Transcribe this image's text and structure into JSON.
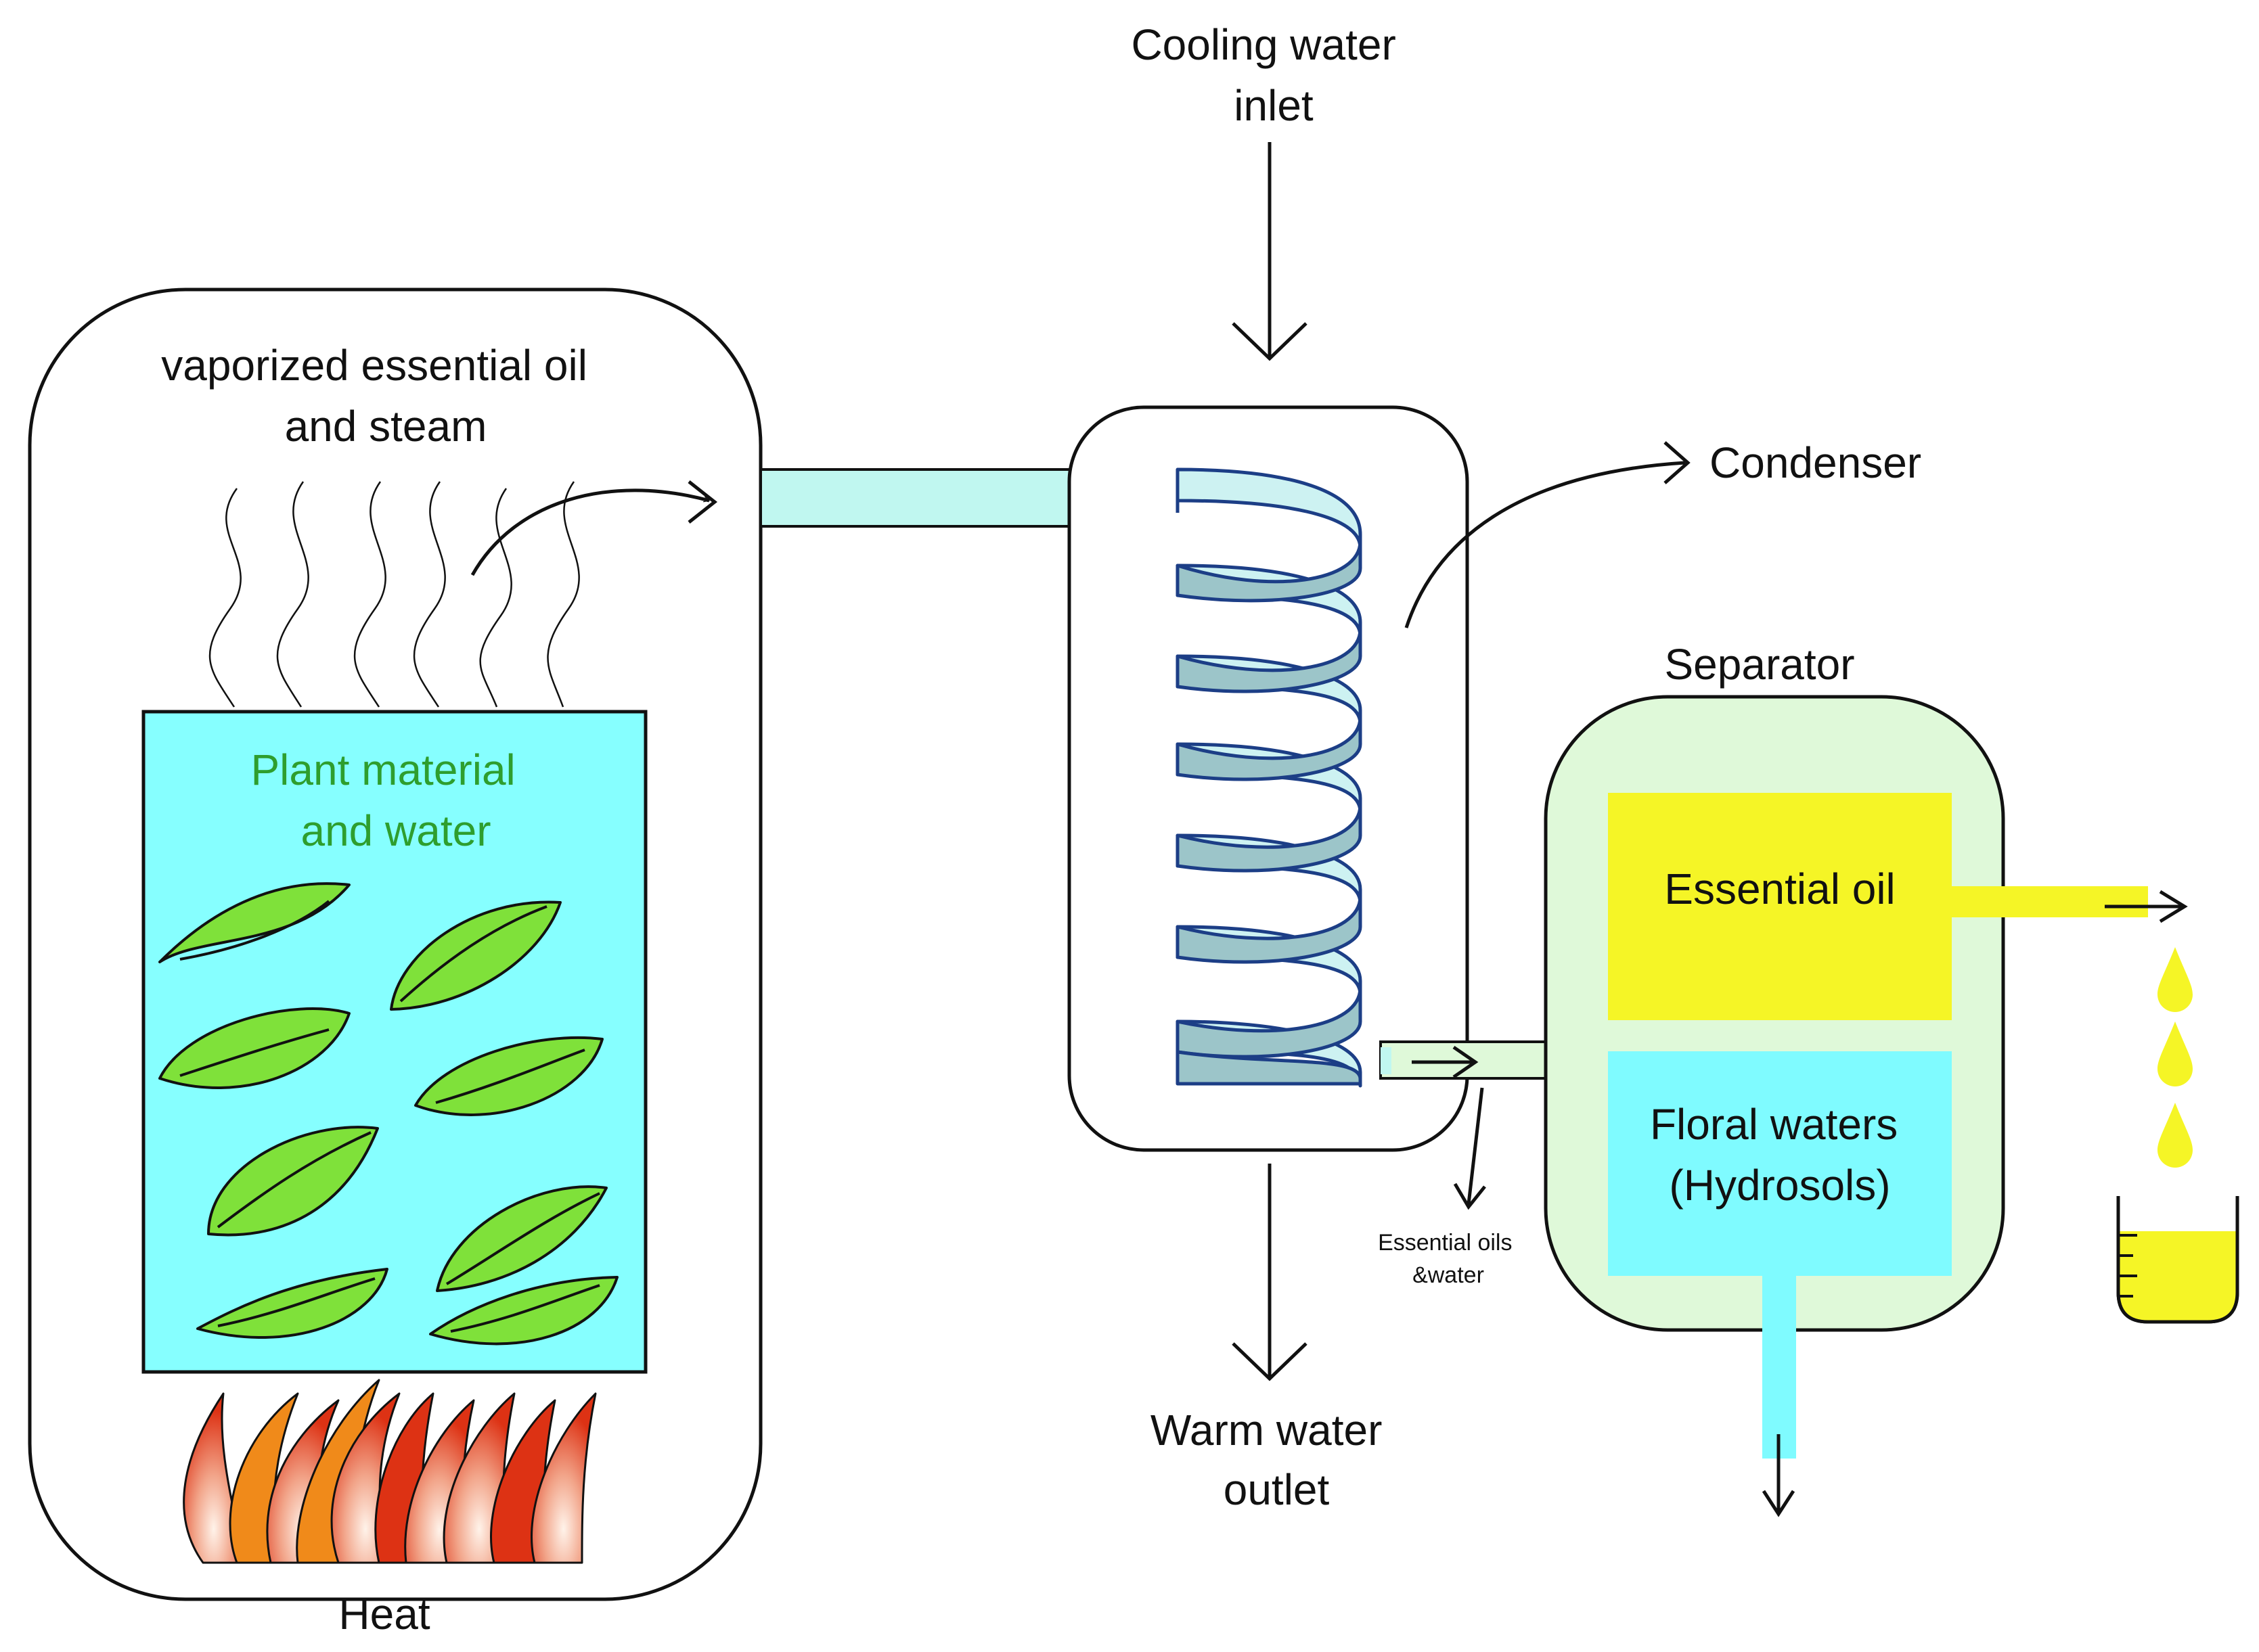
{
  "labels": {
    "cooling_inlet": [
      "Cooling water",
      "inlet"
    ],
    "vapor": [
      "vaporized essential oil",
      "and steam"
    ],
    "plant": [
      "Plant material",
      "and water"
    ],
    "heat": "Heat",
    "condenser": "Condenser",
    "separator": "Separator",
    "essential_oil": "Essential oil",
    "floral_waters": [
      "Floral waters",
      "(Hydrosols)"
    ],
    "essential_oils_water": [
      "Essential oils",
      "&water"
    ],
    "warm_outlet": [
      "Warm water",
      "outlet"
    ]
  },
  "colors": {
    "water_cyan": "#86ffff",
    "pipe_cyan": "#c0f7f0",
    "coil_fill": "#9cc5c9",
    "coil_light": "#cdf2f2",
    "coil_stroke": "#1c3e86",
    "leaf_green": "#7fe13a",
    "plant_text": "#2e9e2e",
    "separator_fill": "#dff9d9",
    "oil_yellow": "#f5f526",
    "hydrosol_cyan": "#7ffbff",
    "flame_red": "#dd3214",
    "flame_orange": "#f08a1a"
  }
}
